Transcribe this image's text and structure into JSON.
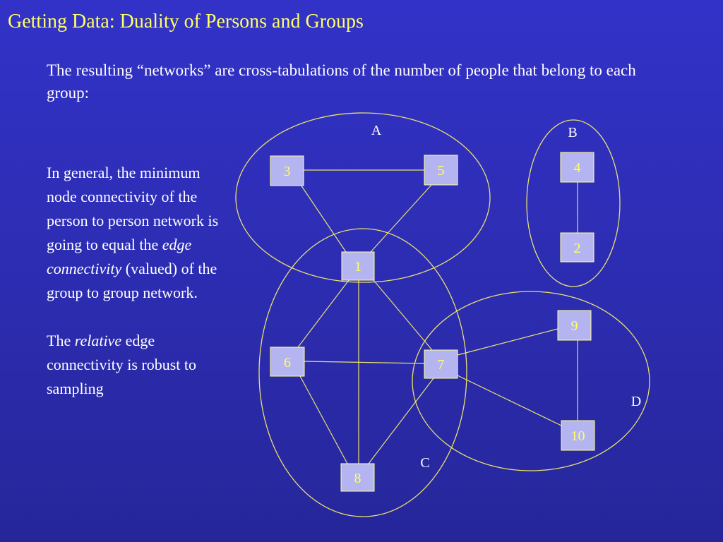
{
  "slide": {
    "title": "Getting Data: Duality of Persons and Groups",
    "intro": "The resulting “networks” are cross-tabulations of the number of people that belong to each group:",
    "paragraph1": {
      "before": "In general, the minimum node connectivity of the person to person network is going to equal the ",
      "emphasis1": "edge connectivity",
      "middle": " (valued) of the group to group network."
    },
    "paragraph2": {
      "before": "The ",
      "emphasis": "relative",
      "after": " edge connectivity is robust to sampling"
    }
  },
  "diagram": {
    "groups": [
      {
        "id": "A",
        "label": "A"
      },
      {
        "id": "B",
        "label": "B"
      },
      {
        "id": "C",
        "label": "C"
      },
      {
        "id": "D",
        "label": "D"
      }
    ],
    "nodes": [
      {
        "id": "1",
        "label": "1"
      },
      {
        "id": "2",
        "label": "2"
      },
      {
        "id": "3",
        "label": "3"
      },
      {
        "id": "4",
        "label": "4"
      },
      {
        "id": "5",
        "label": "5"
      },
      {
        "id": "6",
        "label": "6"
      },
      {
        "id": "7",
        "label": "7"
      },
      {
        "id": "8",
        "label": "8"
      },
      {
        "id": "9",
        "label": "9"
      },
      {
        "id": "10",
        "label": "10"
      }
    ],
    "edges": [
      [
        "3",
        "5"
      ],
      [
        "3",
        "1"
      ],
      [
        "5",
        "1"
      ],
      [
        "4",
        "2"
      ],
      [
        "1",
        "6"
      ],
      [
        "1",
        "7"
      ],
      [
        "1",
        "8"
      ],
      [
        "6",
        "7"
      ],
      [
        "6",
        "8"
      ],
      [
        "7",
        "8"
      ],
      [
        "7",
        "9"
      ],
      [
        "7",
        "10"
      ],
      [
        "9",
        "10"
      ]
    ],
    "colors": {
      "background": "#3030c0",
      "title": "#ffff66",
      "line": "#e8e070",
      "node_fill": "#b4b4f0",
      "node_label": "#ffff66"
    }
  }
}
